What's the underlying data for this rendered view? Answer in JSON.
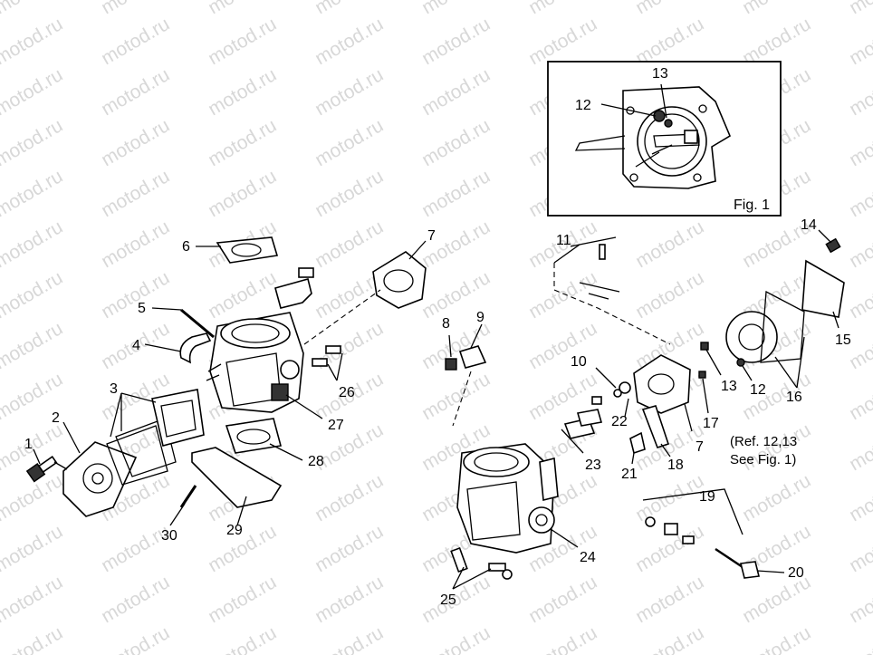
{
  "watermark": "motod.ru",
  "inset": {
    "caption": "Fig. 1"
  },
  "callouts": {
    "c1": "1",
    "c2": "2",
    "c3": "3",
    "c4": "4",
    "c5": "5",
    "c6": "6",
    "c7a": "7",
    "c7b": "7",
    "c8": "8",
    "c9": "9",
    "c10": "10",
    "c11": "11",
    "c12a": "12",
    "c12b": "12",
    "c13a": "13",
    "c13b": "13",
    "c14": "14",
    "c15": "15",
    "c16": "16",
    "c17": "17",
    "c18": "18",
    "c19": "19",
    "c20": "20",
    "c21": "21",
    "c22": "22",
    "c23": "23",
    "c24": "24",
    "c25": "25",
    "c26": "26",
    "c27": "27",
    "c28": "28",
    "c29": "29",
    "c30": "30"
  },
  "note": {
    "line1": "(Ref. 12,13",
    "line2": "See Fig. 1)"
  }
}
